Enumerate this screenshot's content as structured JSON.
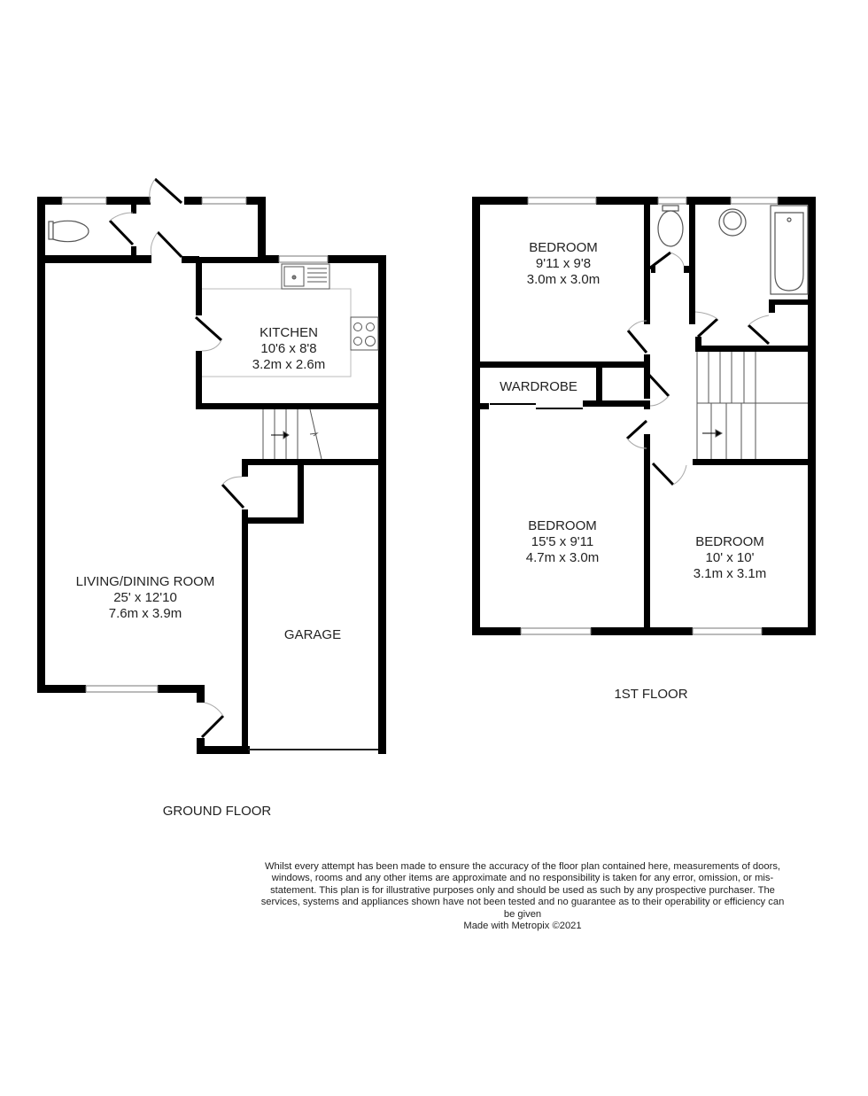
{
  "ground_floor": {
    "label": "GROUND FLOOR",
    "rooms": [
      {
        "name": "KITCHEN",
        "imperial": "10'6 x 8'8",
        "metric": "3.2m x 2.6m"
      },
      {
        "name": "LIVING/DINING ROOM",
        "imperial": "25' x 12'10",
        "metric": "7.6m x 3.9m"
      },
      {
        "name": "GARAGE"
      }
    ]
  },
  "first_floor": {
    "label": "1ST FLOOR",
    "rooms": [
      {
        "name": "BEDROOM",
        "imperial": "9'11 x 9'8",
        "metric": "3.0m x 3.0m"
      },
      {
        "name": "WARDROBE"
      },
      {
        "name": "BEDROOM",
        "imperial": "15'5 x 9'11",
        "metric": "4.7m x 3.0m"
      },
      {
        "name": "BEDROOM",
        "imperial": "10' x 10'",
        "metric": "3.1m x 3.1m"
      }
    ]
  },
  "disclaimer": {
    "text": "Whilst every attempt has been made to ensure the accuracy of the floor plan contained here, measurements of doors, windows, rooms and any other items are approximate and no responsibility is taken for any error, omission, or mis-statement. This plan is for illustrative purposes only and should be used as such by any prospective purchaser. The services, systems and appliances shown have not been tested and no guarantee as to their operability or efficiency can be given",
    "credit": "Made with Metropix ©2021"
  },
  "colors": {
    "wall": "#000000",
    "fixture": "#555555",
    "background": "#ffffff"
  }
}
